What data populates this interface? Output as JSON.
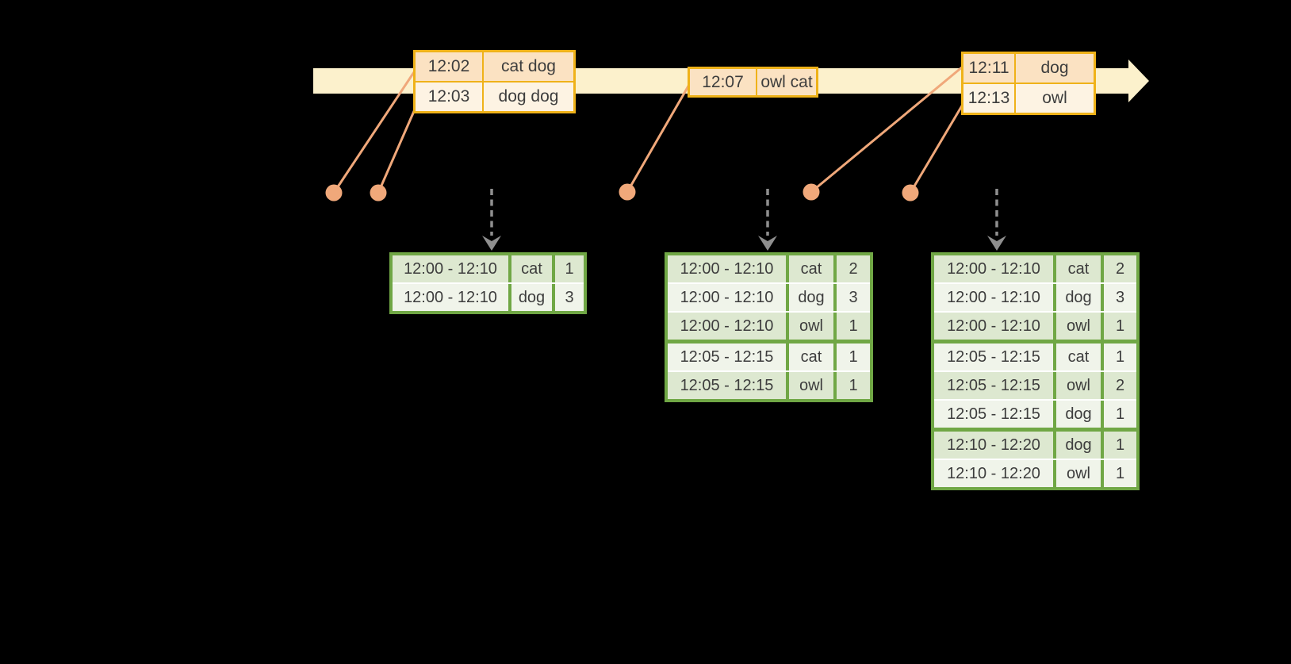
{
  "diagram": {
    "event_tables": [
      {
        "rows": [
          {
            "time": "12:02",
            "words": "cat dog"
          },
          {
            "time": "12:03",
            "words": "dog dog"
          }
        ]
      },
      {
        "rows": [
          {
            "time": "12:07",
            "words": "owl cat"
          }
        ]
      },
      {
        "rows": [
          {
            "time": "12:11",
            "words": "dog"
          },
          {
            "time": "12:13",
            "words": "owl"
          }
        ]
      }
    ],
    "result_tables": [
      {
        "rows": [
          {
            "window": "12:00 - 12:10",
            "word": "cat",
            "count": "1"
          },
          {
            "window": "12:00 - 12:10",
            "word": "dog",
            "count": "3"
          }
        ]
      },
      {
        "rows": [
          {
            "window": "12:00 - 12:10",
            "word": "cat",
            "count": "2"
          },
          {
            "window": "12:00 - 12:10",
            "word": "dog",
            "count": "3"
          },
          {
            "window": "12:00 - 12:10",
            "word": "owl",
            "count": "1"
          },
          {
            "window": "12:05 - 12:15",
            "word": "cat",
            "count": "1"
          },
          {
            "window": "12:05 - 12:15",
            "word": "owl",
            "count": "1"
          }
        ]
      },
      {
        "rows": [
          {
            "window": "12:00 - 12:10",
            "word": "cat",
            "count": "2"
          },
          {
            "window": "12:00 - 12:10",
            "word": "dog",
            "count": "3"
          },
          {
            "window": "12:00 - 12:10",
            "word": "owl",
            "count": "1"
          },
          {
            "window": "12:05 - 12:15",
            "word": "cat",
            "count": "1"
          },
          {
            "window": "12:05 - 12:15",
            "word": "owl",
            "count": "2"
          },
          {
            "window": "12:05 - 12:15",
            "word": "dog",
            "count": "1"
          },
          {
            "window": "12:10 - 12:20",
            "word": "dog",
            "count": "1"
          },
          {
            "window": "12:10 - 12:20",
            "word": "owl",
            "count": "1"
          }
        ]
      }
    ],
    "colors": {
      "background": "#000000",
      "timeline_band": "#fcf1cc",
      "event_border": "#efb219",
      "event_cell_dark": "#fbe2c2",
      "event_cell_light": "#fdf3e3",
      "dot": "#f0a87a",
      "trigger_arrow": "#8f8f8f",
      "result_border": "#70a745",
      "result_cell_dark": "#dde8d0",
      "result_cell_light": "#f0f4ea",
      "text": "#3d3d3d"
    }
  }
}
